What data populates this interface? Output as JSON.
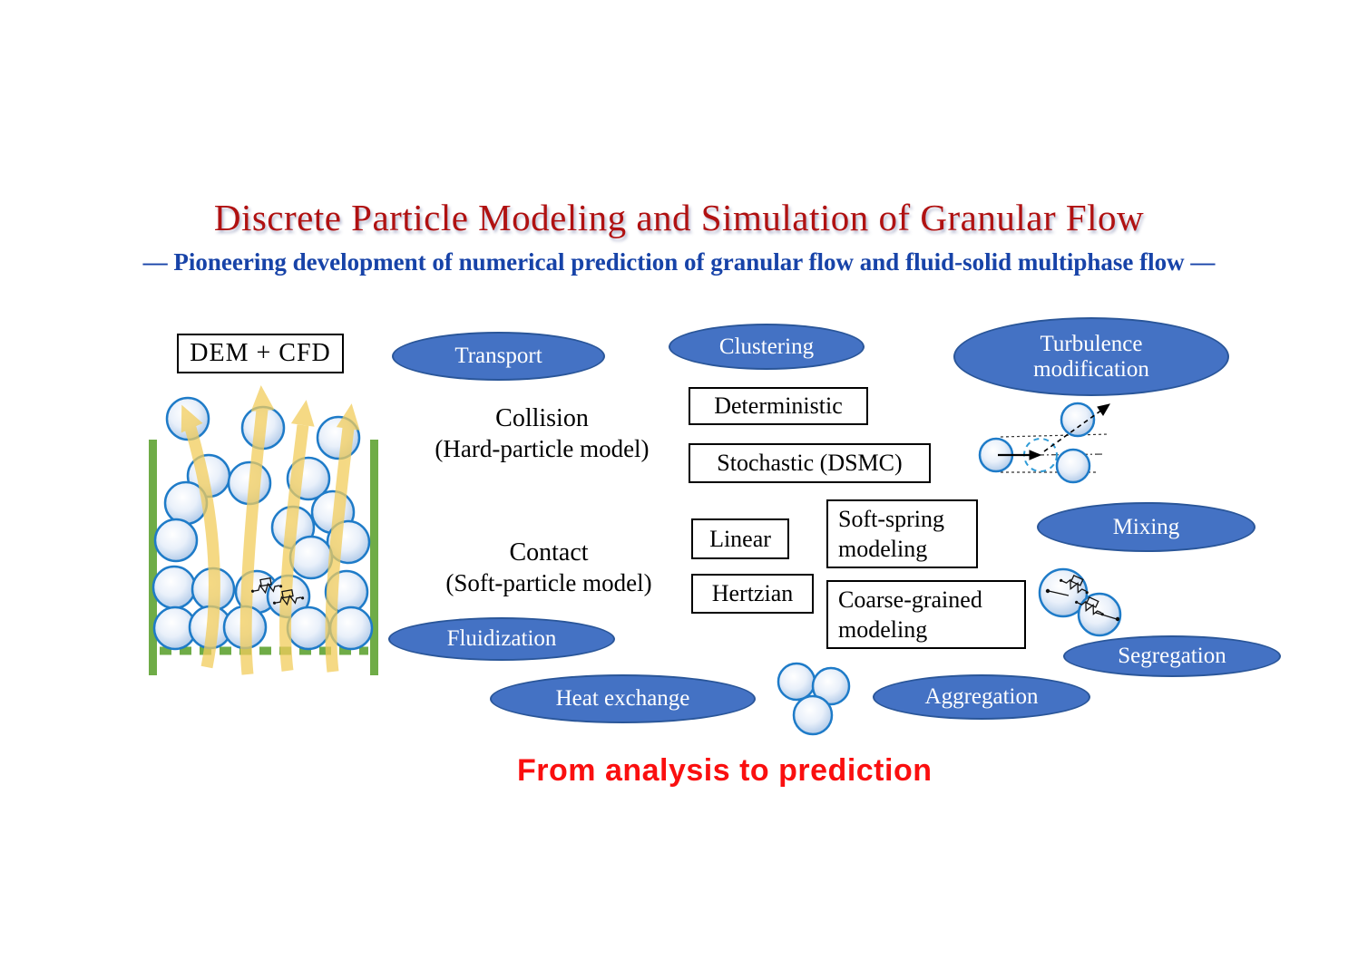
{
  "title": "Discrete Particle Modeling and Simulation of Granular Flow",
  "subtitle": "― Pioneering development of numerical prediction of granular flow and fluid-solid multiphase flow ―",
  "footer": "From analysis to prediction",
  "dem_box_label": "DEM + CFD",
  "ellipses": {
    "transport": "Transport",
    "clustering": "Clustering",
    "turbulence_line1": "Turbulence",
    "turbulence_line2": "modification",
    "mixing": "Mixing",
    "fluidization": "Fluidization",
    "segregation": "Segregation",
    "heat_exchange": "Heat exchange",
    "aggregation": "Aggregation"
  },
  "labels": {
    "collision_line1": "Collision",
    "collision_line2": "(Hard-particle model)",
    "contact_line1": "Contact",
    "contact_line2": "(Soft-particle model)"
  },
  "boxes": {
    "deterministic": "Deterministic",
    "stochastic": "Stochastic (DSMC)",
    "linear": "Linear",
    "soft_spring_line1": "Soft-spring",
    "soft_spring_line2": "modeling",
    "hertzian": "Hertzian",
    "coarse_grained_line1": "Coarse-grained",
    "coarse_grained_line2": "modeling"
  },
  "colors": {
    "title_red": "#B01111",
    "subtitle_blue": "#1743A8",
    "footer_red": "#FA0F0F",
    "ellipse_fill": "#4472C4",
    "ellipse_border": "#2A5699",
    "box_border": "#000000",
    "particle_border": "#1E7BC8",
    "wall_green": "#6FAC47",
    "flow_arrow_yellow": "#F2CD5C"
  }
}
